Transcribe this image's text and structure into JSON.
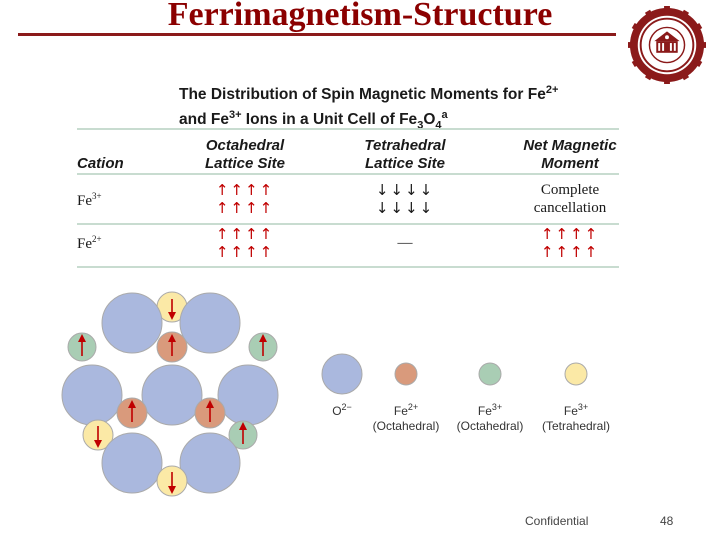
{
  "slide": {
    "title": "Ferrimagnetism-Structure",
    "footer": "Confidential",
    "page_number": "48"
  },
  "table": {
    "heading_line1_text": "The Distribution of Spin Magnetic Moments for Fe",
    "heading_line1_sup": "2+",
    "heading_line2_a": "and Fe",
    "heading_line2_sup": "3+",
    "heading_line2_b": " Ions in a Unit Cell of Fe",
    "heading_sub3": "3",
    "heading_O": "O",
    "heading_sub4": "4",
    "heading_note": "a",
    "columns": {
      "cation": "Cation",
      "octahedral_line1": "Octahedral",
      "octahedral_line2": "Lattice Site",
      "tetrahedral_line1": "Tetrahedral",
      "tetrahedral_line2": "Lattice Site",
      "net_line1": "Net Magnetic",
      "net_line2": "Moment"
    },
    "rows": [
      {
        "cation": "Fe3+",
        "octahedral": [
          "↑↑↑↑",
          "↑↑↑↑"
        ],
        "tetrahedral": [
          "↓↓↓↓",
          "↓↓↓↓"
        ],
        "net": [
          "Complete",
          "cancellation"
        ]
      },
      {
        "cation": "Fe2+",
        "octahedral": [
          "↑↑↑↑",
          "↑↑↑↑"
        ],
        "tetrahedral": [
          "—"
        ],
        "net": [
          "↑↑↑↑",
          "↑↑↑↑"
        ]
      }
    ]
  },
  "legend": {
    "o2_label": "O",
    "o2_sup": "2−",
    "fe2_oct_line1": "Fe",
    "fe2_oct_sup": "2+",
    "fe2_oct_line2": "(Octahedral)",
    "fe3_oct_line1": "Fe",
    "fe3_oct_sup": "3+",
    "fe3_oct_line2": "(Octahedral)",
    "fe3_tet_line1": "Fe",
    "fe3_tet_sup": "3+",
    "fe3_tet_line2": "(Tetrahedral)"
  },
  "colors": {
    "title": "#8b0000",
    "o2_ion": "#aab8de",
    "fe2_oct_ion": "#d99a7c",
    "fe3_oct_ion": "#a9cdb4",
    "fe3_tet_ion": "#fbe9a6",
    "arrow": "#c00000"
  }
}
